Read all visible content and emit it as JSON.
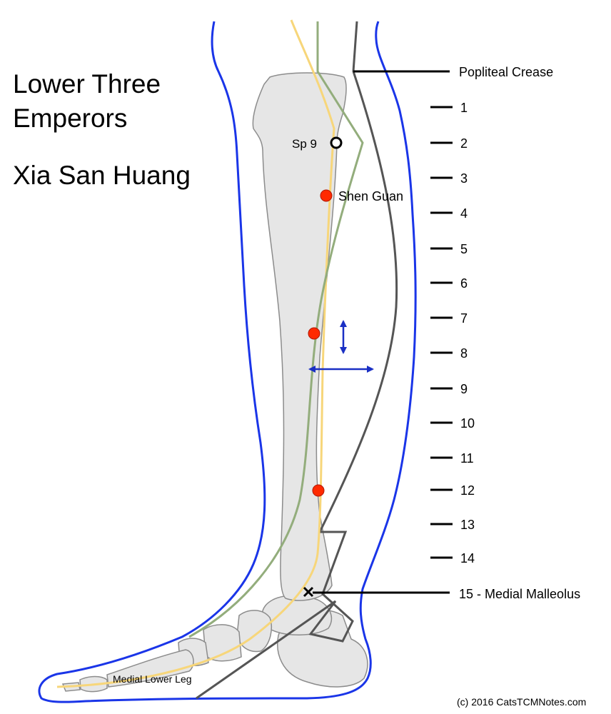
{
  "title_lines": [
    "Lower Three",
    "Emperors"
  ],
  "pinyin": "Xia San Huang",
  "labels": {
    "popliteal": "Popliteal Crease",
    "malleolus": "15 - Medial Malleolus",
    "sp9": "Sp 9",
    "shen_guan": "Shen Guan",
    "lower_leg": "Medial Lower Leg"
  },
  "scale_ticks": [
    "1",
    "2",
    "3",
    "4",
    "5",
    "6",
    "7",
    "8",
    "9",
    "10",
    "11",
    "12",
    "13",
    "14"
  ],
  "copyright": "(c) 2016 CatsTCMNotes.com",
  "colors": {
    "outline": "#1a35e8",
    "bone_fill": "#e6e6e6",
    "bone_stroke": "#8c8c8c",
    "spleen_channel": "#f7d67a",
    "kidney_channel": "#93ad7c",
    "measure_line": "#555555",
    "point": "#ff2a00",
    "arrow": "#1a2fc4"
  }
}
